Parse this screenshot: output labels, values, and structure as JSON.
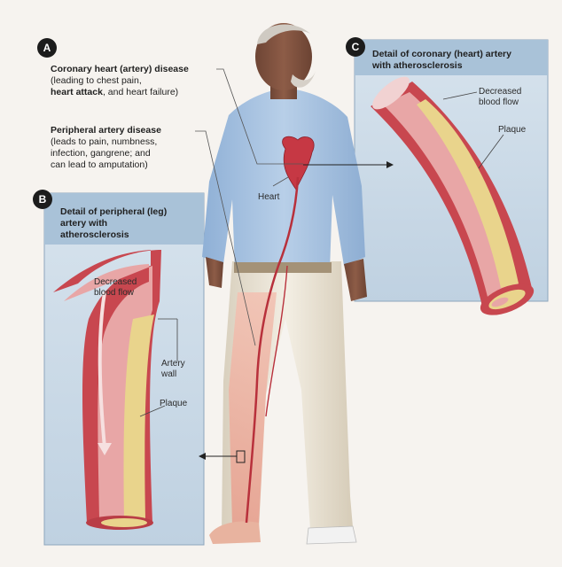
{
  "badges": {
    "a": "A",
    "b": "B",
    "c": "C"
  },
  "section_a": {
    "coronary_title": "Coronary heart (artery) disease",
    "coronary_line1": "(leading to chest pain,",
    "coronary_line2_bold": "heart attack",
    "coronary_line2_rest": ", and heart failure)",
    "peripheral_title": "Peripheral artery disease",
    "peripheral_line1": "(leads to pain, numbness,",
    "peripheral_line2": "infection, gangrene; and",
    "peripheral_line3": "can lead to amputation)",
    "heart_label": "Heart"
  },
  "panel_b": {
    "title_line1": "Detail of peripheral (leg)",
    "title_line2": "artery with",
    "title_line3": "atherosclerosis",
    "decreased_line1": "Decreased",
    "decreased_line2": "blood flow",
    "artery_wall_line1": "Artery",
    "artery_wall_line2": "wall",
    "plaque": "Plaque"
  },
  "panel_c": {
    "title_line1": "Detail of coronary (heart) artery",
    "title_line2": "with atherosclerosis",
    "decreased_line1": "Decreased",
    "decreased_line2": "blood flow",
    "plaque": "Plaque"
  },
  "colors": {
    "panel_bg": "#c9d9e6",
    "panel_header": "#a9c2d8",
    "artery_wall": "#c8474f",
    "artery_inner": "#e8a6a6",
    "plaque": "#e9d48c",
    "shirt": "#a9c3e2",
    "pants": "#ede6d6",
    "skin": "#8a5a45"
  }
}
